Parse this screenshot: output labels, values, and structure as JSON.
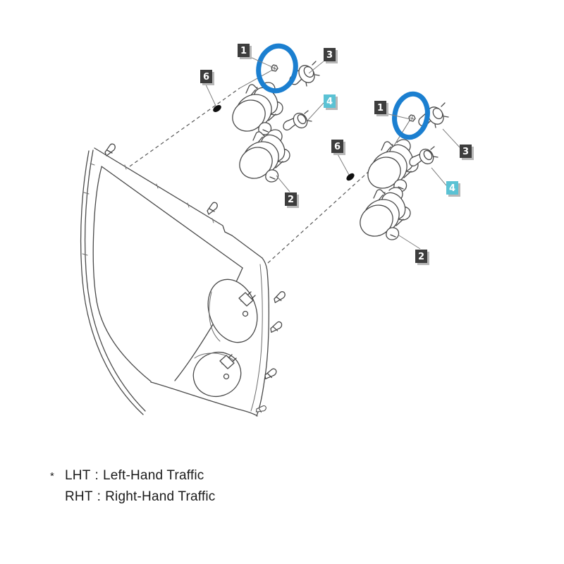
{
  "diagram_type": "exploded-parts-diagram",
  "subject": "headlamp-assembly-and-front-fascia",
  "callouts": {
    "left": {
      "screw": "1",
      "lamp": "2",
      "socket": "3",
      "bulb": "4",
      "mount": "6"
    },
    "right": {
      "screw": "1",
      "lamp": "2",
      "socket": "3",
      "bulb": "4",
      "mount": "6"
    }
  },
  "legend": {
    "marker": "*",
    "lines": [
      {
        "abbr": "LHT",
        "separator": ":",
        "description": "Left-Hand Traffic"
      },
      {
        "abbr": "RHT",
        "separator": ":",
        "description": "Right-Hand Traffic"
      }
    ]
  },
  "colors": {
    "background": "#ffffff",
    "line_art": "#4a4a4a",
    "callout_dark": "#3d3d3d",
    "callout_cyan": "#5bc2d4",
    "callout_text": "#ffffff",
    "callout_shadow": "#b8b8b8",
    "highlight_ring_blue": "#1b7fd0",
    "legend_text": "#1b1b1b"
  }
}
